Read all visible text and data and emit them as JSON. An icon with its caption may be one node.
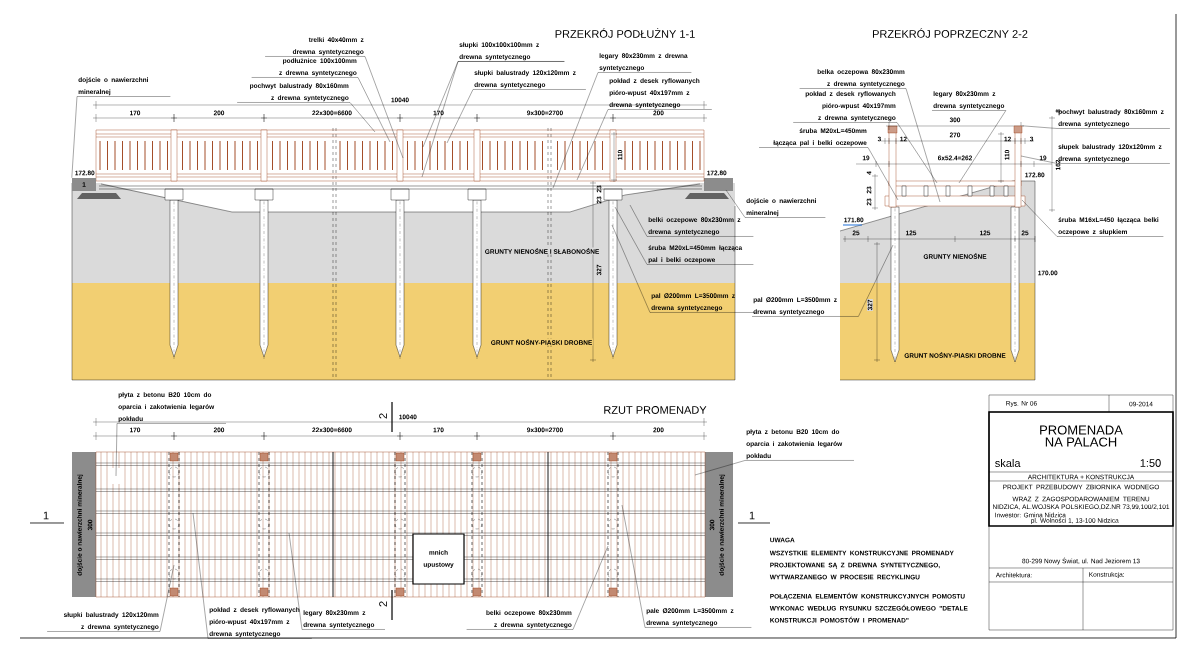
{
  "diagram": {
    "nodes": [
      {
        "text": [
          "dojście o nawierzchni mineralnej"
        ]
      },
      {
        "text": [
          "trelki 40x40mm z drewna syntetycznego"
        ]
      },
      {
        "text": [
          "podłużnice 100x100mm z drewna syntetycznego"
        ]
      },
      {
        "text": [
          "pochwyt balustrady 80x160mm z drewna syntetycznego"
        ]
      },
      {
        "text": [
          "słupki 100x100x100mm z drewna syntetycznego"
        ]
      },
      {
        "text": [
          "słupki balustrady 120x120mm z drewna syntetycznego"
        ]
      },
      {
        "text": [
          "legary 80x230mm z drewna syntetycznego"
        ]
      },
      {
        "text": [
          "pokład z desek ryflowanych pióro-wpust 40x197mm z drewna syntetycznego"
        ]
      },
      {
        "text": [
          "dojście o nawierzchni mineralnej"
        ]
      },
      {
        "text": [
          "belki oczepowe 80x230mm z drewna syntetycznego"
        ]
      },
      {
        "text": [
          "śruba M20xL=450mm łącząca pal i belki oczepowe"
        ]
      },
      {
        "text": [
          "pal Ø200mm L=3500mm z drewna syntetycznego"
        ]
      },
      {
        "text": [
          "belka oczepowa 80x230mm z drewna syntetycznego"
        ]
      },
      {
        "text": [
          "pokład z desek ryflowanych pióro-wpust 40x197mm z drewna syntetycznego"
        ]
      },
      {
        "text": [
          "legary 80x230mm z drewna syntetycznego"
        ]
      },
      {
        "text": [
          "pochwyt balustrady 80x160mm z drewna syntetycznego"
        ]
      },
      {
        "text": [
          "słupek balustrady 120x120mm z drewna syntetycznego"
        ]
      },
      {
        "text": [
          "śruba M20xL=450mm łącząca pal i belki oczepowe"
        ]
      },
      {
        "text": [
          "śruba M16xL=450 łącząca belki oczepowe z słupkiem"
        ]
      },
      {
        "text": [
          "pal Ø200mm L=3500mm z drewna syntetycznego"
        ]
      },
      {
        "text": [
          "płyta z betonu B20 10cm do oparcia i zakotwienia legarów pokładu"
        ]
      },
      {
        "text": [
          "płyta z betonu B20 10cm do oparcia i zakotwienia legarów pokładu"
        ]
      },
      {
        "text": [
          "słupki balustrady 120x120mm z drewna syntetycznego"
        ]
      },
      {
        "text": [
          "pokład z desek ryflowanych pióro-wpust 40x197mm z drewna syntetycznego"
        ]
      },
      {
        "text": [
          "legary 80x230mm z drewna syntetycznego"
        ]
      },
      {
        "text": [
          "mnich upustowy"
        ]
      },
      {
        "text": [
          "belki oczepowe 80x230mm z drewna syntetycznego"
        ]
      },
      {
        "text": [
          "pale Ø200mm L=3500mm z drewna syntetycznego"
        ]
      },
      {
        "text": [
          "1"
        ]
      },
      {
        "text": [],
        "shape": "box"
      }
    ],
    "edges": [
      {
        "from": 0,
        "to": 28,
        "arrow": "none"
      },
      {
        "from": 1,
        "to": null,
        "arrow": "none"
      },
      {
        "from": 2,
        "to": null,
        "arrow": "none"
      },
      {
        "from": 3,
        "to": null,
        "arrow": "none"
      },
      {
        "from": 4,
        "to": null,
        "arrow": "none"
      },
      {
        "from": 4,
        "to": null,
        "arrow": "none"
      },
      {
        "from": 5,
        "to": null,
        "arrow": "none"
      },
      {
        "from": 6,
        "to": null,
        "arrow": "none"
      },
      {
        "from": 7,
        "to": null,
        "arrow": "none"
      },
      {
        "from": 8,
        "to": null,
        "arrow": "none"
      },
      {
        "from": 9,
        "to": null,
        "arrow": "none"
      },
      {
        "from": 10,
        "to": null,
        "arrow": "none"
      },
      {
        "from": 11,
        "to": null,
        "arrow": "none"
      },
      {
        "from": 12,
        "to": null,
        "arrow": "none"
      },
      {
        "from": 13,
        "to": null,
        "arrow": "none"
      },
      {
        "from": 14,
        "to": null,
        "arrow": "none"
      },
      {
        "from": 15,
        "to": 29,
        "arrow": "none"
      },
      {
        "from": 16,
        "to": null,
        "arrow": "none"
      },
      {
        "from": 17,
        "to": null,
        "arrow": "none"
      },
      {
        "from": 18,
        "to": null,
        "arrow": "none"
      },
      {
        "from": 19,
        "to": null,
        "arrow": "none"
      },
      {
        "from": 20,
        "to": null,
        "arrow": "none"
      },
      {
        "from": 21,
        "to": null,
        "arrow": "none"
      },
      {
        "from": 22,
        "to": null,
        "arrow": "none"
      },
      {
        "from": 23,
        "to": null,
        "arrow": "none"
      },
      {
        "from": 24,
        "to": null,
        "arrow": "none"
      },
      {
        "from": 26,
        "to": null,
        "arrow": "none"
      },
      {
        "from": 27,
        "to": null,
        "arrow": "none"
      }
    ],
    "labels": [
      "PRZEKRÓJ PODŁUŻNY 1-1",
      "PRZEKRÓJ POPRZECZNY 2-2",
      "10040",
      "170",
      "200",
      "22x300=6600",
      "170",
      "9x300=2700",
      "200",
      "110",
      "172.80",
      "172.80",
      "23",
      "23",
      "327",
      "GRUNTY NIENOŚNE I SŁABONOŚNE",
      "GRUNT NOŚNY-PIASKI DROBNE",
      "300",
      "3",
      "12",
      "270",
      "12",
      "3",
      "19",
      "6x52.4=262",
      "19",
      "4",
      "110",
      "8",
      "162",
      "172.80",
      "23",
      "23",
      "171.80",
      "25",
      "125",
      "125",
      "25",
      "327",
      "170.00",
      "GRUNTY NIENOŚNE",
      "GRUNT NOŚNY-PIASKI DROBNE",
      "RZUT PROMENADY",
      "2",
      "10040",
      "170",
      "200",
      "22x300=6600",
      "170",
      "9x300=2700",
      "200",
      "1",
      "dojście o nawierzchni mineralnej",
      "300",
      "300",
      "dojście o nawierzchni mineralnej",
      "1",
      "2",
      "UWAGA",
      "WSZYSTKIE ELEMENTY KONSTRUKCYJNE PROMENADY PROJEKTOWANE SĄ Z DREWNA SYNTETYCZNEGO, WYTWARZANEGO W PROCESIE RECYKLINGU",
      "POŁĄCZENIA ELEMENTÓW KONSTRUKCYJNYCH POMOSTU WYKONAC WEDŁUG RYSUNKU SZCZEGÓŁOWEGO \"DETALE KONSTRUKCJI POMOSTÓW I PROMENAD\"",
      "Rys. Nr 06",
      "09-2014",
      "PROMENADA NA PALACH",
      "skala",
      "1:50",
      "ARCHITEKTURA + KONSTRUKCJA",
      "PROJEKT PRZEBUDOWY ZBIORNIKA WODNEGO WRAZ Z ZAGOSPODAROWANIEM TERENU",
      "NIDZICA, AL.WOJSKA POLSKIEGO,DZ.NR 73,99,100/2,101",
      "Inwestor: Gmina Nidzica",
      "pl. Wolności 1, 13-100 Nidzica",
      "80-299 Nowy Świat, ul. Nad Jeziorem 13",
      "Architektura:",
      "Konstrukcja:"
    ]
  }
}
